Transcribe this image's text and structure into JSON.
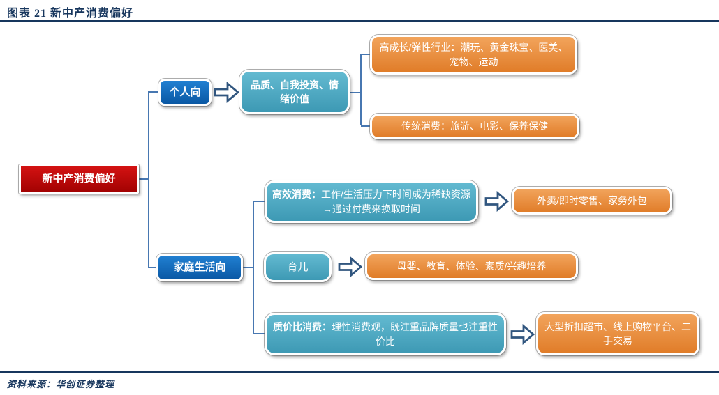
{
  "header": {
    "title": "图表 21  新中产消费偏好"
  },
  "footer": {
    "source_label": "资料来源：华创证券整理"
  },
  "colors": {
    "title_navy": "#17365D",
    "connector_blue": "#4777B1",
    "arrow_outline": "#31567F",
    "root_red": "#C00000",
    "branch_blue": "#1472C8",
    "category_teal": "#4BACC6",
    "leaf_orange": "#E8893C",
    "node_text": "#FFFFFF"
  },
  "diagram": {
    "root_label": "新中产消费偏好",
    "personal": {
      "branch_label": "个人向",
      "value_node": "品质、自我投资、情绪价值",
      "leaves": [
        "高成长/弹性行业：潮玩、黄金珠宝、医美、宠物、运动",
        "传统消费：旅游、电影、保养保健"
      ]
    },
    "family": {
      "branch_label": "家庭生活向",
      "rows": [
        {
          "prefix": "高效消费：",
          "text": "工作/生活压力下时间成为稀缺资源→通过付费来换取时间",
          "leaf": "外卖/即时零售、家务外包"
        },
        {
          "prefix": "",
          "text": "育儿",
          "leaf": "母婴、教育、体验、素质/兴趣培养"
        },
        {
          "prefix": "质价比消费：",
          "text": "理性消费观，既注重品牌质量也注重性价比",
          "leaf": "大型折扣超市、线上购物平台、二手交易"
        }
      ]
    }
  }
}
